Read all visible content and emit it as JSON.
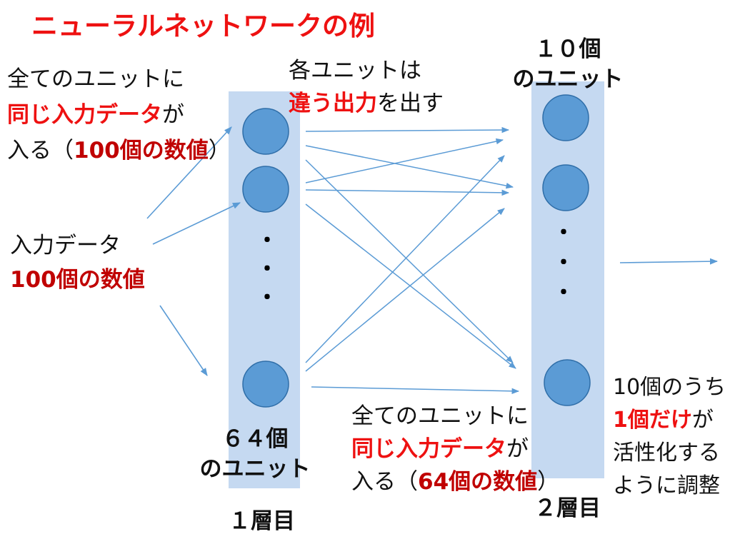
{
  "title": "ニューラルネットワークの例",
  "note_left": {
    "line1": "全てのユニットに",
    "line2_red": "同じ入力データ",
    "line2_suffix": "が",
    "line3_prefix": "入る（",
    "line3_emph": "100個の数値",
    "line3_suffix": "）"
  },
  "note_input": {
    "line1": "入力データ",
    "line2_emph": "100個の数値"
  },
  "note_output": {
    "line1": "各ユニットは",
    "line2_red": "違う出力",
    "line2_suffix": "を出す"
  },
  "units10": {
    "line1": "１０個",
    "line2": "のユニット"
  },
  "units64": {
    "line1": "６４個",
    "line2": "のユニット"
  },
  "note_layer2": {
    "line1": "全てのユニットに",
    "line2_red": "同じ入力データ",
    "line2_suffix": "が",
    "line3_prefix": "入る（",
    "line3_emph": "64個の数値",
    "line3_suffix": "）"
  },
  "note_right": {
    "line1": "10個のうち",
    "line2_red": "1個だけ",
    "line2_suffix": "が",
    "line3": "活性化する",
    "line4": "ように調整"
  },
  "layer1_label": "１層目",
  "layer2_label": "２層目",
  "ellipsis_dot": "・",
  "colors": {
    "title": "#ee1111",
    "emphasis_red": "#ee1111",
    "emphasis_dark_red": "#c00000",
    "layer_band": "#c5d9f1",
    "node_fill": "#5b9bd5",
    "node_stroke": "#2f6ea8",
    "arrow": "#5b9bd5"
  },
  "icons": {
    "node": "circle",
    "connection": "arrow"
  }
}
